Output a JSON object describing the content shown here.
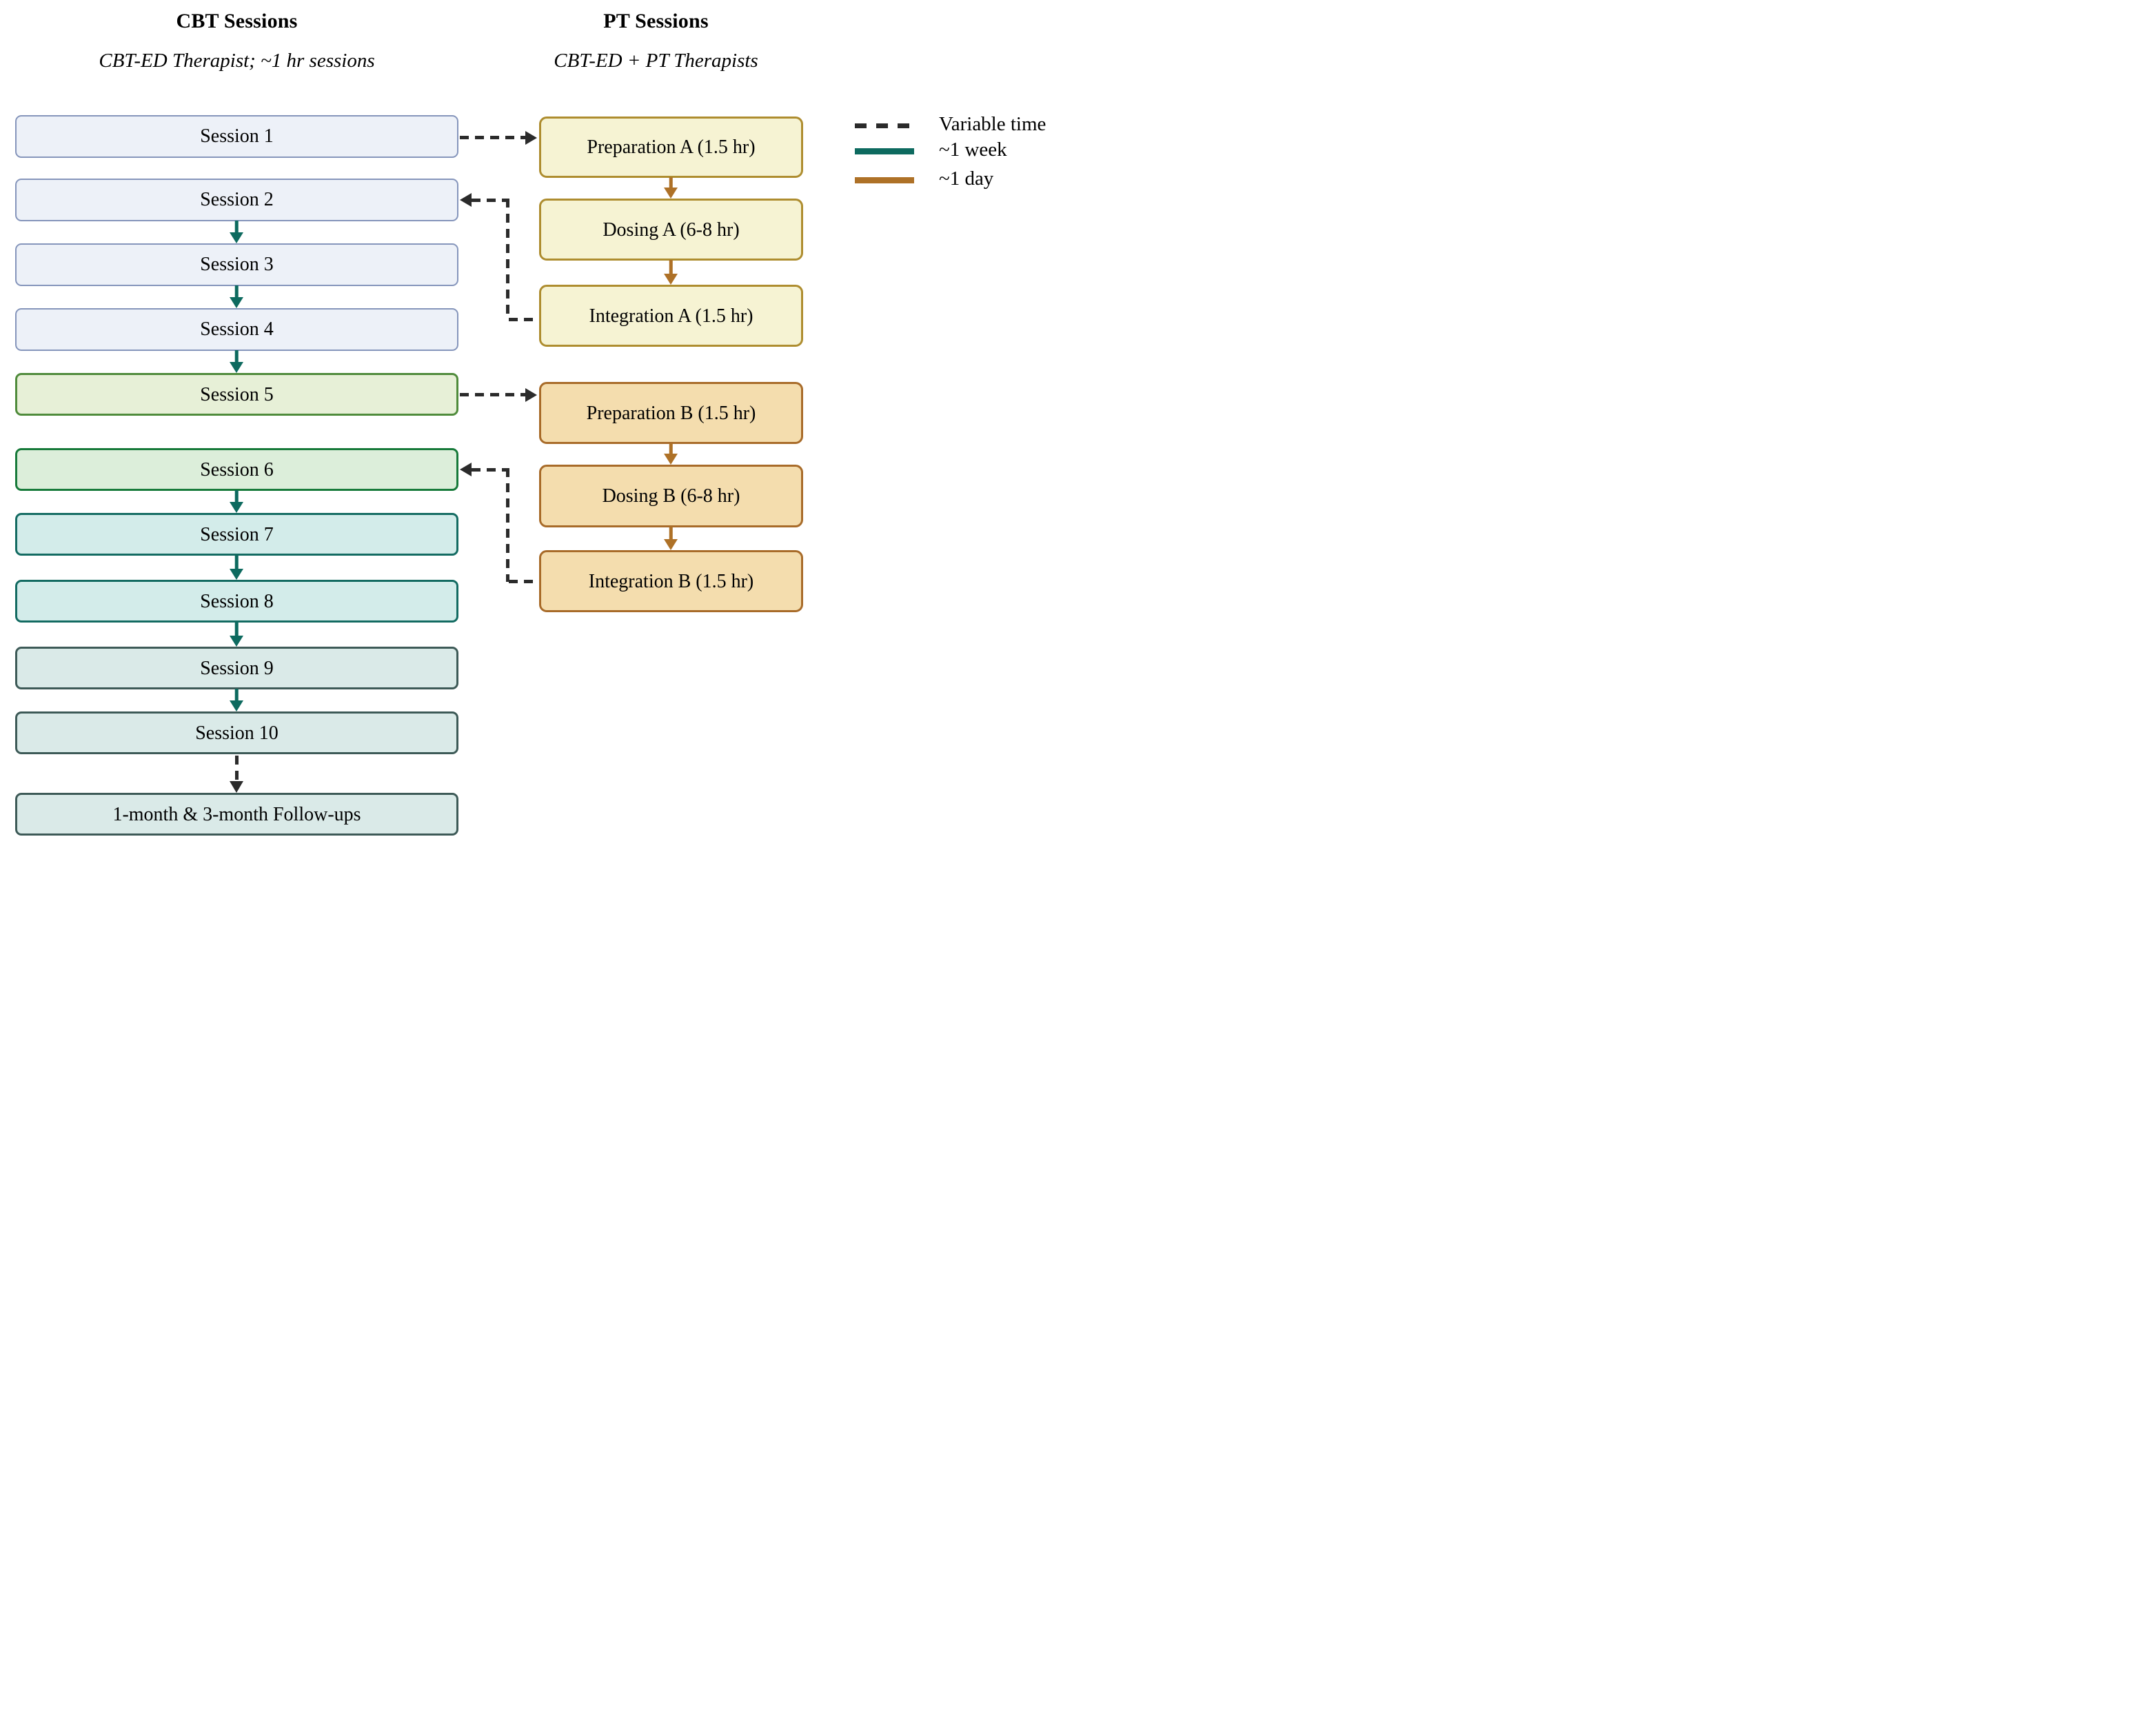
{
  "cbt": {
    "title": "CBT Sessions",
    "subtitle": "CBT-ED Therapist; ~1 hr sessions",
    "sessions": [
      {
        "label": "Session 1"
      },
      {
        "label": "Session 2"
      },
      {
        "label": "Session 3"
      },
      {
        "label": "Session 4"
      },
      {
        "label": "Session 5"
      },
      {
        "label": "Session 6"
      },
      {
        "label": "Session 7"
      },
      {
        "label": "Session 8"
      },
      {
        "label": "Session 9"
      },
      {
        "label": "Session 10"
      },
      {
        "label": "1-month & 3-month Follow-ups"
      }
    ]
  },
  "pt": {
    "title": "PT Sessions",
    "subtitle": "CBT-ED + PT Therapists",
    "blocks_a": [
      {
        "label": "Preparation A (1.5 hr)"
      },
      {
        "label": "Dosing A (6-8 hr)"
      },
      {
        "label": "Integration A (1.5 hr)"
      }
    ],
    "blocks_b": [
      {
        "label": "Preparation B (1.5 hr)"
      },
      {
        "label": "Dosing B (6-8 hr)"
      },
      {
        "label": "Integration B (1.5 hr)"
      }
    ]
  },
  "legend": {
    "items": [
      {
        "label": "Variable time",
        "line_style": "dashed",
        "color": "#2b2b2b"
      },
      {
        "label": "~1 week",
        "line_style": "solid",
        "color": "#0d6a5f"
      },
      {
        "label": "~1 day",
        "line_style": "solid",
        "color": "#ae7127"
      }
    ]
  },
  "colors": {
    "session_early_fill": "#edf1f8",
    "session_early_border": "#8595bb",
    "session5_fill": "#e7f0d7",
    "session5_border": "#4f8b3b",
    "session6_fill": "#dceeda",
    "session6_border": "#177a3a",
    "session7_8_fill": "#d3ecea",
    "session7_8_border": "#136b62",
    "session_late_fill": "#daeae8",
    "session_late_border": "#3d5a57",
    "pt_a_fill": "#f6f3d3",
    "pt_a_border": "#ae8d2f",
    "pt_b_fill": "#f4ddae",
    "pt_b_border": "#a86b29",
    "week_arrow": "#0d6a5f",
    "day_arrow": "#ae7127",
    "variable_arrow": "#2b2b2b"
  }
}
